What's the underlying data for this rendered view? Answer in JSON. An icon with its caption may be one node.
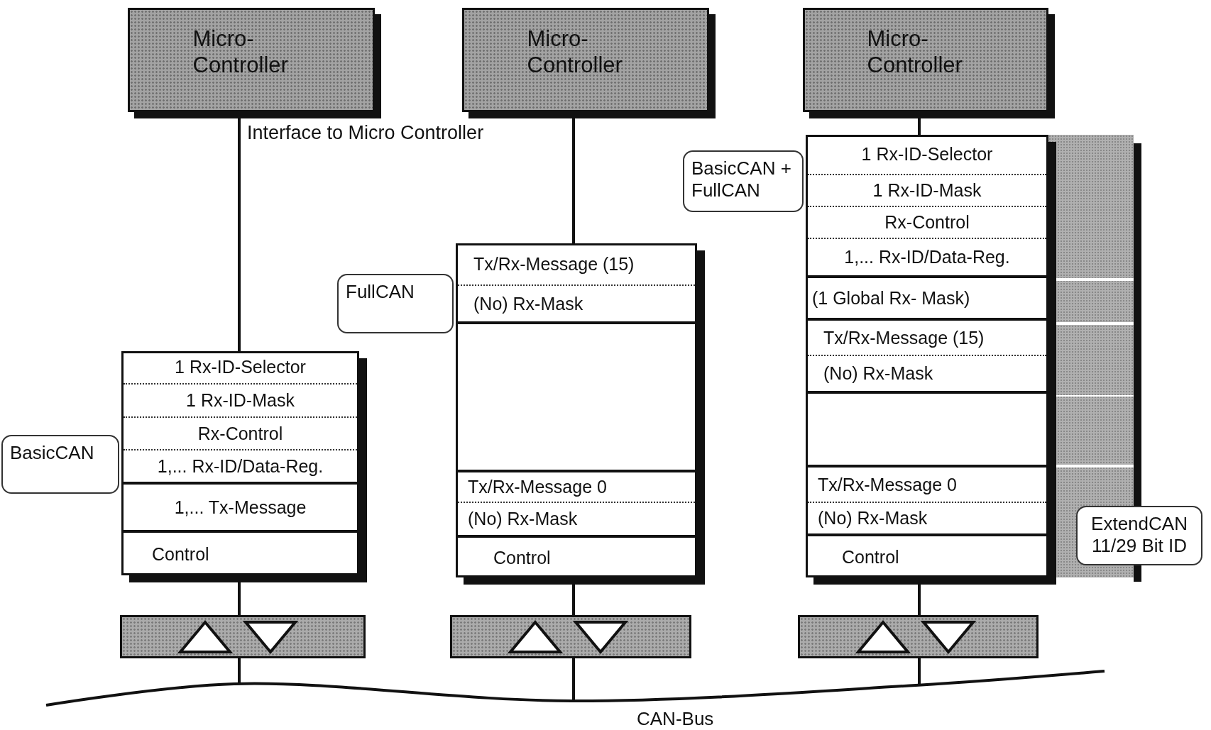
{
  "diagram": {
    "nodes": [
      {
        "text": [
          "Micro- Controller"
        ]
      },
      {
        "text": [],
        "shape": "box"
      },
      {
        "text": [
          "1 Rx-ID-Selector"
        ],
        "in": 1
      },
      {
        "text": [
          "1 Rx-ID-Mask"
        ],
        "in": 1
      },
      {
        "text": [
          "Rx-Control"
        ],
        "in": 1
      },
      {
        "text": [
          "1,... Rx-ID/Data-Reg."
        ],
        "in": 1
      },
      {
        "text": [
          "1,... Tx-Message"
        ],
        "in": 1
      },
      {
        "text": [
          "Control"
        ],
        "in": 1
      },
      {
        "text": [
          "BasicCAN"
        ]
      },
      {
        "text": [],
        "shape": "box"
      },
      {
        "text": [
          "Micro- Controller"
        ]
      },
      {
        "text": [],
        "shape": "box"
      },
      {
        "text": [
          "Tx/Rx-Message (15)"
        ],
        "in": 11
      },
      {
        "text": [
          "(No) Rx-Mask"
        ],
        "in": 11
      },
      {
        "text": [
          "Tx/Rx-Message 0"
        ],
        "in": 11
      },
      {
        "text": [
          "(No) Rx-Mask"
        ],
        "in": 11
      },
      {
        "text": [
          "Control"
        ],
        "in": 11
      },
      {
        "text": [
          "FullCAN"
        ]
      },
      {
        "text": [],
        "shape": "box"
      },
      {
        "text": [
          "Micro- Controller"
        ]
      },
      {
        "text": [],
        "shape": "box"
      },
      {
        "text": [
          "1 Rx-ID-Selector"
        ],
        "in": 20
      },
      {
        "text": [
          "1 Rx-ID-Mask"
        ],
        "in": 20
      },
      {
        "text": [
          "Rx-Control"
        ],
        "in": 20
      },
      {
        "text": [
          "1,... Rx-ID/Data-Reg."
        ],
        "in": 20
      },
      {
        "text": [
          "(1 Global Rx- Mask)"
        ],
        "in": 20
      },
      {
        "text": [
          "Tx/Rx-Message (15)"
        ],
        "in": 20
      },
      {
        "text": [
          "(No) Rx-Mask"
        ],
        "in": 20
      },
      {
        "text": [
          "Tx/Rx-Message 0"
        ],
        "in": 20
      },
      {
        "text": [
          "(No) Rx-Mask"
        ],
        "in": 20
      },
      {
        "text": [
          "Control"
        ],
        "in": 20
      },
      {
        "text": [
          "BasicCAN + FullCAN"
        ]
      },
      {
        "text": [
          "ExtendCAN 11/29 Bit ID"
        ]
      },
      {
        "text": [],
        "shape": "box"
      },
      {
        "text": [
          "CAN-Bus"
        ]
      }
    ],
    "edges": [
      {
        "from": 0,
        "to": 1,
        "arrow": "none"
      },
      {
        "from": 1,
        "to": 9,
        "arrow": "none"
      },
      {
        "from": 9,
        "to": 34,
        "arrow": "none"
      },
      {
        "from": 10,
        "to": 11,
        "arrow": "none"
      },
      {
        "from": 11,
        "to": 18,
        "arrow": "none"
      },
      {
        "from": 18,
        "to": 34,
        "arrow": "none"
      },
      {
        "from": 19,
        "to": 20,
        "arrow": "none"
      },
      {
        "from": 20,
        "to": 33,
        "arrow": "none"
      },
      {
        "from": 33,
        "to": 34,
        "arrow": "none"
      }
    ],
    "labels": [
      "Interface to Micro Controller"
    ]
  }
}
